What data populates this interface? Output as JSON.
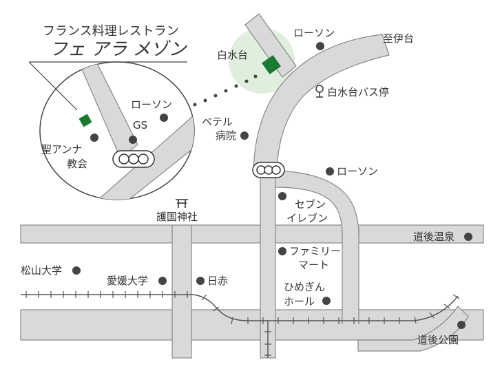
{
  "restaurant": {
    "subtitle": "フランス料理レストラン",
    "name": "フェ アラ メゾン"
  },
  "labels": {
    "shirouzudai": "白水台",
    "lawson_top": "ローソン",
    "iyodai": "至伊台",
    "bus_stop": "白水台バス停",
    "lawson_mid": "ローソン",
    "lawson_right": "ローソン",
    "bethel_1": "ベテル",
    "bethel_2": "病院",
    "gs": "GS",
    "st_anna_1": "聖アンナ",
    "st_anna_2": "教会",
    "seven_1": "セブン",
    "seven_2": "イレブン",
    "shrine": "護国神社",
    "dogo_onsen": "道後温泉",
    "familymart_1": "ファミリー",
    "familymart_2": "マート",
    "matsuyama_univ": "松山大学",
    "ehime_univ": "愛媛大学",
    "nisseki": "日赤",
    "himegin_1": "ひめぎん",
    "himegin_2": "ホール",
    "dogo_park": "道後公園"
  },
  "colors": {
    "road": "#d9d9d9",
    "road_edge": "#888888",
    "restaurant": "#1a7a32",
    "highlight": "#dfeedd",
    "poi": "#444444",
    "rail": "#555555"
  },
  "icons": {
    "traffic_light": "traffic-light-icon",
    "bus_stop": "bus-stop-icon",
    "shrine": "torii-icon",
    "restaurant": "restaurant-marker-icon"
  }
}
